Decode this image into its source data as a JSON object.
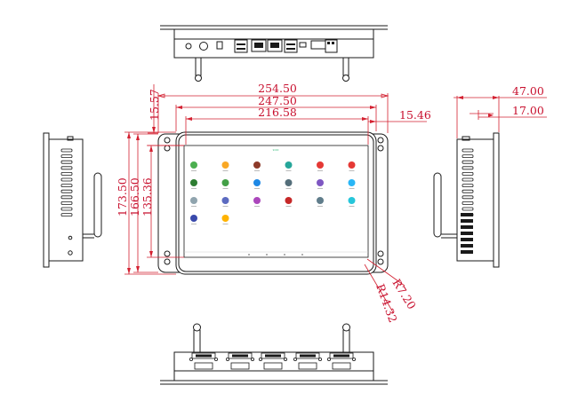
{
  "dimensions": {
    "width_overall": "254.50",
    "width_bezel": "247.50",
    "width_active": "216.58",
    "margin_left": "15.57",
    "margin_right": "15.46",
    "height_overall": "173.50",
    "height_bezel": "166.50",
    "height_active": "135.36",
    "depth_total": "47.00",
    "depth_bezel": "17.00",
    "radius_inner": "R7.20",
    "radius_outer": "R14.32"
  },
  "screen": {
    "status_text": "9:00",
    "app_icons": [
      {
        "name": "app-icon-1",
        "color": "#4caf50"
      },
      {
        "name": "app-icon-2",
        "color": "#f9a825"
      },
      {
        "name": "app-icon-3",
        "color": "#8d3b2a"
      },
      {
        "name": "app-icon-4",
        "color": "#26a69a"
      },
      {
        "name": "app-icon-5",
        "color": "#e53935"
      },
      {
        "name": "app-icon-6",
        "color": "#e53935"
      },
      {
        "name": "app-icon-7",
        "color": "#2e7d32"
      },
      {
        "name": "app-icon-8",
        "color": "#43a047"
      },
      {
        "name": "app-icon-9",
        "color": "#1e88e5"
      },
      {
        "name": "app-icon-10",
        "color": "#546e7a"
      },
      {
        "name": "app-icon-11",
        "color": "#7e57c2"
      },
      {
        "name": "app-icon-12",
        "color": "#29b6f6"
      },
      {
        "name": "app-icon-13",
        "color": "#90a4ae"
      },
      {
        "name": "app-icon-14",
        "color": "#5c6bc0"
      },
      {
        "name": "app-icon-15",
        "color": "#ab47bc"
      },
      {
        "name": "app-icon-16",
        "color": "#c62828"
      },
      {
        "name": "app-icon-17",
        "color": "#607d8b"
      },
      {
        "name": "app-icon-18",
        "color": "#26c6da"
      },
      {
        "name": "app-icon-19",
        "color": "#3949ab"
      },
      {
        "name": "app-icon-20",
        "color": "#ffb300"
      }
    ]
  },
  "colors": {
    "dimension": "#d32030",
    "ink": "#1a1a1a"
  }
}
